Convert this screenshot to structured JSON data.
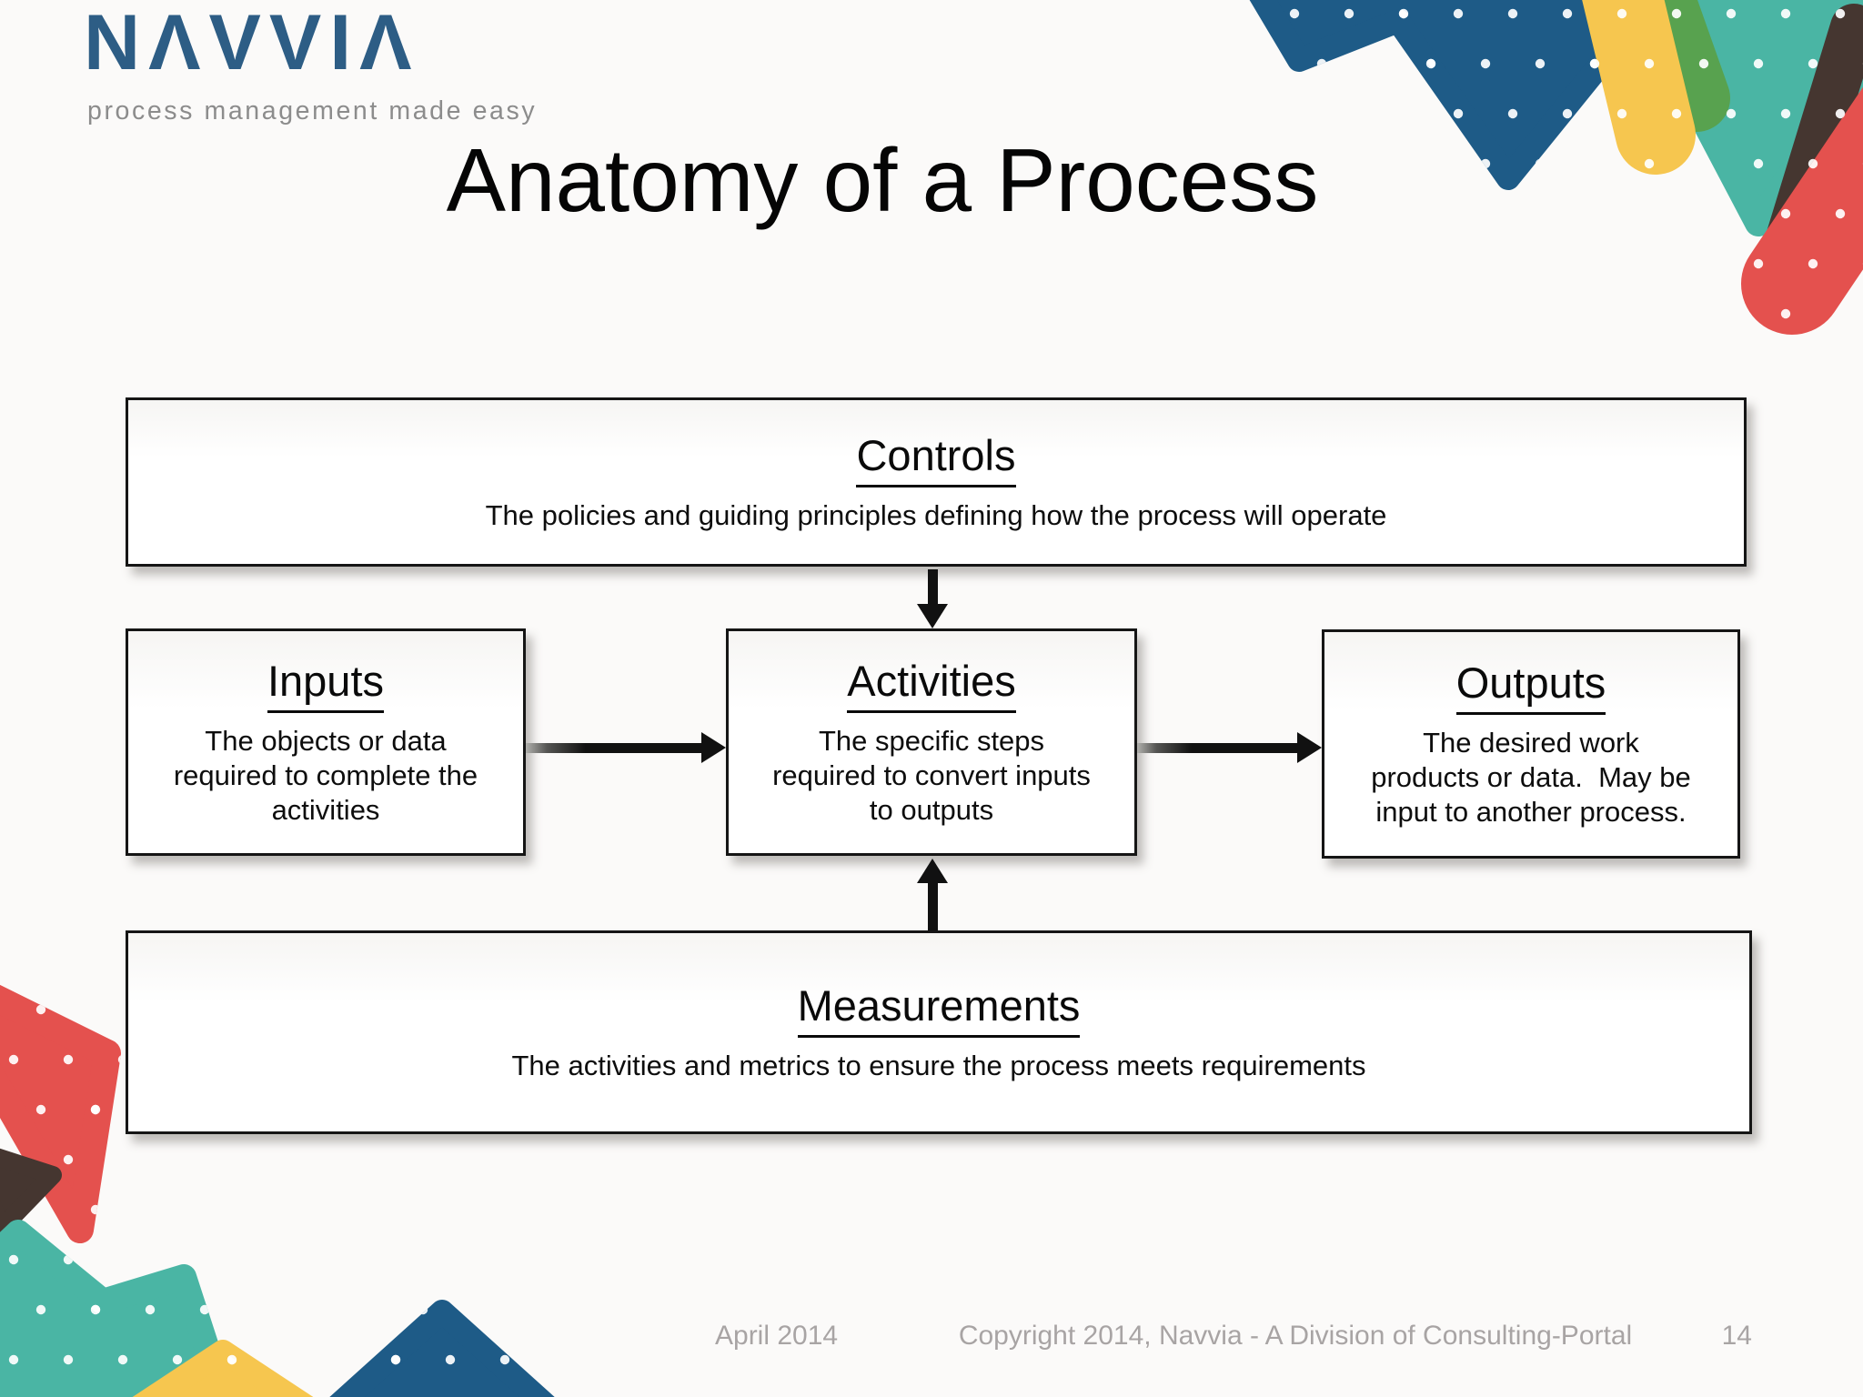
{
  "brand": {
    "name": "NAVVIA",
    "tagline": "process management made easy"
  },
  "title": "Anatomy of a Process",
  "diagram": {
    "controls": {
      "heading": "Controls",
      "description": "The policies and guiding principles defining how the process will operate"
    },
    "inputs": {
      "heading": "Inputs",
      "description": "The objects or data required to complete the activities"
    },
    "activities": {
      "heading": "Activities",
      "description": "The specific steps required to convert inputs to outputs"
    },
    "outputs": {
      "heading": "Outputs",
      "description": "The desired work products or data.  May be input to another process."
    },
    "measurements": {
      "heading": "Measurements",
      "description": "The activities and metrics to ensure the process meets requirements"
    },
    "arrows": [
      {
        "from": "Controls",
        "to": "Activities",
        "direction": "down"
      },
      {
        "from": "Inputs",
        "to": "Activities",
        "direction": "right"
      },
      {
        "from": "Activities",
        "to": "Outputs",
        "direction": "right"
      },
      {
        "from": "Measurements",
        "to": "Activities",
        "direction": "up"
      }
    ]
  },
  "footer": {
    "date": "April 2014",
    "copyright": "Copyright 2014, Navvia - A Division of Consulting-Portal",
    "page_number": "14"
  },
  "colors": {
    "logo_blue": "#2d5d85",
    "tagline_gray": "#8c8c8c",
    "navy": "#1e5b87",
    "teal": "#4ab5a4",
    "yellow": "#f6c64f",
    "green": "#58a24f",
    "red": "#e4514e",
    "brown": "#453630",
    "footer_gray": "#a8a4a4",
    "background": "#fbfaf9"
  }
}
